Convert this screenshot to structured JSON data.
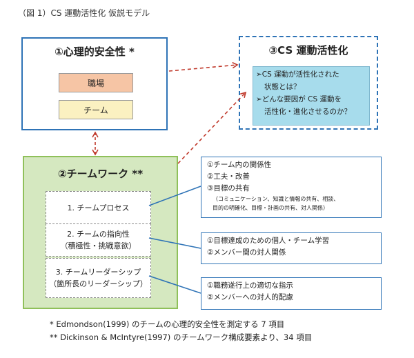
{
  "caption": "（図 1）CS 運動活性化 仮説モデル",
  "box1": {
    "title": "①心理的安全性 *",
    "item1": "職場",
    "item2": "チーム"
  },
  "box3": {
    "title": "③CS 運動活性化",
    "q1_line1": "➢CS 運動が活性化された",
    "q1_line2": "状態とは？",
    "q2_line1": "➢どんな要因が CS 運動を",
    "q2_line2": "活性化・進化させるのか？"
  },
  "box2": {
    "title": "②チームワーク **",
    "s1": "1.  チームプロセス",
    "s2_line1": "2.  チームの指向性",
    "s2_line2": "（積極性・挑戦意欲）",
    "s3_line1": "3.  チームリーダーシップ",
    "s3_line2": "（箇所長のリーダーシップ）"
  },
  "info1": {
    "l1": "①チーム内の関係性",
    "l2": "②工夫・改善",
    "l3": "③目標の共有",
    "note1": "（コミュニケーション、知識と情報の共有、相談、",
    "note2": "目的の明確化、目標・計画の共有、対人関係）"
  },
  "info2": {
    "l1": "①目標達成のための個人・チーム学習",
    "l2": "②メンバー間の対人関係"
  },
  "info3": {
    "l1": "①職務遂行上の適切な指示",
    "l2": "②メンバーへの対人的配慮"
  },
  "footnotes": {
    "f1": "*   Edmondson(1999) のチームの心理的安全性を測定する 7 項目",
    "f2": "** Dickinson & McIntyre(1997) のチームワーク構成要素より、34 項目"
  },
  "colors": {
    "blue": "#2e73b6",
    "red_dashed": "#c0392b",
    "green_fill": "#d5e8c0",
    "cyan_fill": "#a7dcec"
  }
}
